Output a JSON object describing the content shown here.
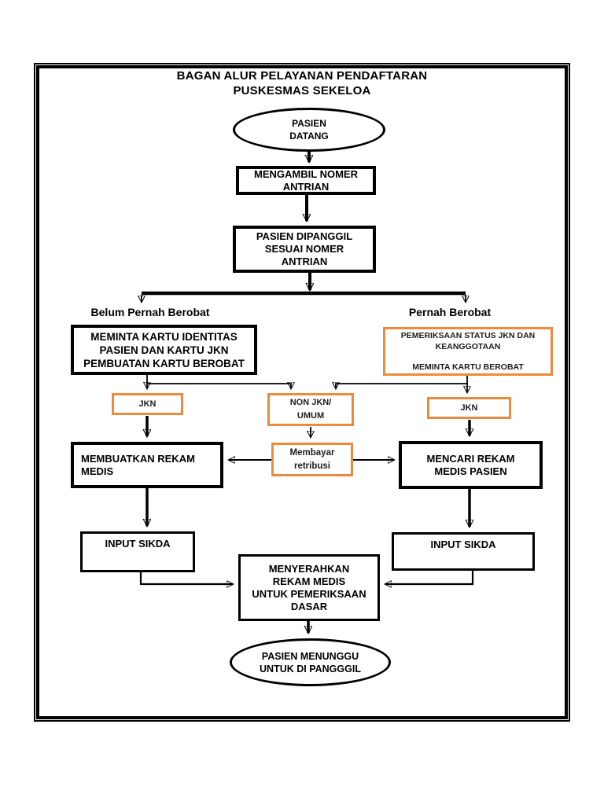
{
  "colors": {
    "orange": "#ED8B3C",
    "black": "#000000",
    "background": "#ffffff"
  },
  "title": {
    "line1": "BAGAN ALUR PELAYANAN PENDAFTARAN",
    "line2": "PUSKESMAS SEKELOA"
  },
  "nodes": {
    "start": {
      "line1": "PASIEN",
      "line2": "DATANG"
    },
    "take_number": {
      "line1": "MENGAMBIL NOMER",
      "line2": "ANTRIAN"
    },
    "called": {
      "line1": "PASIEN DIPANGGIL",
      "line2": "SESUAI NOMER",
      "line3": "ANTRIAN"
    },
    "branch_left_label": "Belum Pernah Berobat",
    "branch_right_label": "Pernah Berobat",
    "ask_identity": {
      "line1": "MEMINTA KARTU IDENTITAS",
      "line2": "PASIEN DAN KARTU JKN",
      "line3": "PEMBUATAN KARTU BEROBAT"
    },
    "check_status": {
      "line1": "PEMERIKSAAN STATUS JKN DAN",
      "line2": "KEANGGOTAAN",
      "line3": "MEMINTA KARTU BEROBAT"
    },
    "jkn_left": "JKN",
    "non_jkn": {
      "line1": "NON JKN/",
      "line2": "UMUM"
    },
    "jkn_right": "JKN",
    "create_record": {
      "line1": "MEMBUATKAN REKAM",
      "line2": "MEDIS"
    },
    "pay": {
      "line1": "Membayar",
      "line2": "retribusi"
    },
    "find_record": {
      "line1": "MENCARI REKAM",
      "line2": "MEDIS PASIEN"
    },
    "input_sikda_left": "INPUT SIKDA",
    "input_sikda_right": "INPUT SIKDA",
    "handover": {
      "line1": "MENYERAHKAN",
      "line2": "REKAM MEDIS",
      "line3": "UNTUK PEMERIKSAAN",
      "line4": "DASAR"
    },
    "end": {
      "line1": "PASIEN MENUNGGU",
      "line2": "UNTUK DI PANGGGIL"
    }
  }
}
